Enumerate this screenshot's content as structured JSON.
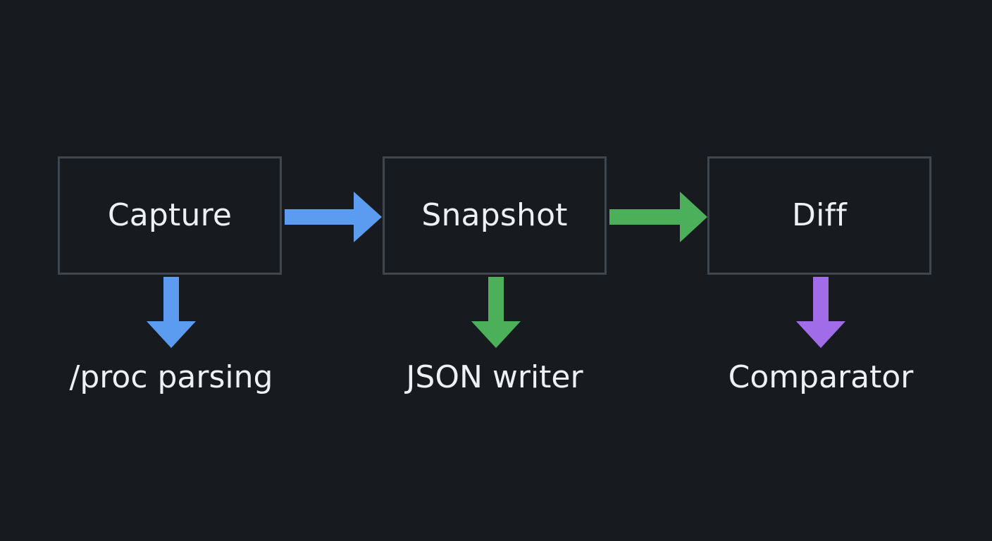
{
  "diagram": {
    "stages": [
      {
        "label": "Capture"
      },
      {
        "label": "Snapshot"
      },
      {
        "label": "Diff"
      }
    ],
    "components": [
      {
        "label": "/proc parsing"
      },
      {
        "label": "JSON writer"
      },
      {
        "label": "Comparator"
      }
    ],
    "colors": {
      "background": "#171b20",
      "box_border": "#3f464d",
      "text": "#eef1f4",
      "blue": "#5b9cf0",
      "green": "#4caf5a",
      "purple": "#a06ce8"
    },
    "arrows": [
      {
        "from": "Capture",
        "to": "Snapshot",
        "color": "blue"
      },
      {
        "from": "Snapshot",
        "to": "Diff",
        "color": "green"
      },
      {
        "from": "Capture",
        "to": "/proc parsing",
        "color": "blue"
      },
      {
        "from": "Snapshot",
        "to": "JSON writer",
        "color": "green"
      },
      {
        "from": "Diff",
        "to": "Comparator",
        "color": "purple"
      }
    ]
  }
}
